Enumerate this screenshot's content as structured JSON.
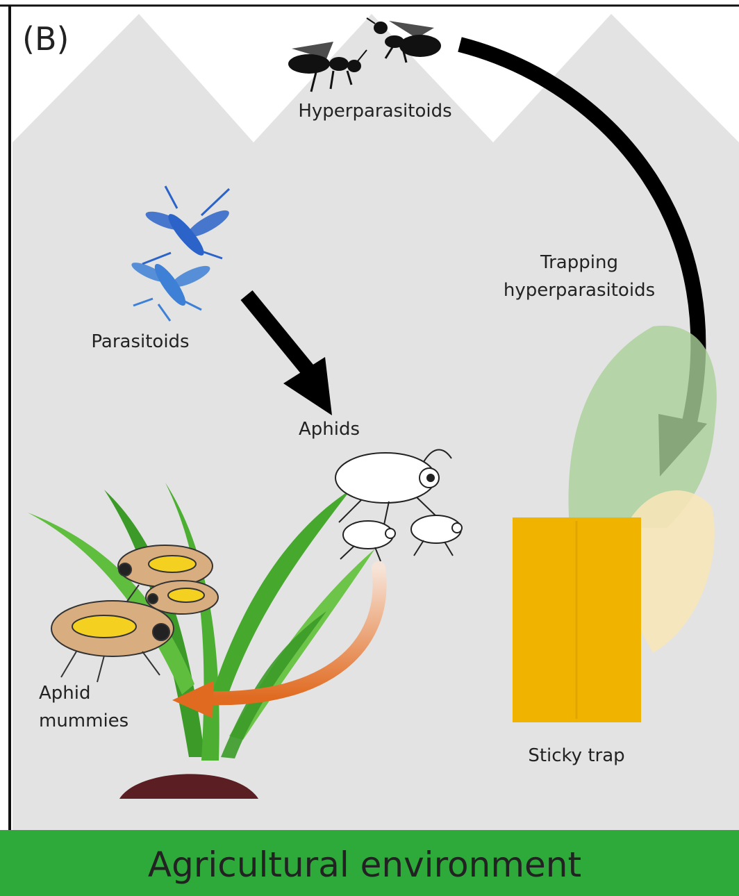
{
  "panel_label": "(B)",
  "labels": {
    "hyperparasitoids": "Hyperparasitoids",
    "parasitoids": "Parasitoids",
    "aphids": "Aphids",
    "aphid_mummies_line1": "Aphid",
    "aphid_mummies_line2": "mummies",
    "trapping_line1": "Trapping",
    "trapping_line2": "hyperparasitoids",
    "sticky_trap": "Sticky trap"
  },
  "banner": {
    "text": "Agricultural environment"
  },
  "colors": {
    "background": "#e3e3e3",
    "banner": "#2eaa3a",
    "banner_text": "#dff3dd",
    "sticky_trap": "#f0b400",
    "parasitoid": "#2b63c9",
    "hyperparasitoid": "#111111",
    "leaf": "#3c9b28",
    "soil": "#5b1e22",
    "mummy_body": "#d8ad80",
    "mummy_larva": "#f4d020",
    "feedback_arrow": "#e06a20"
  }
}
